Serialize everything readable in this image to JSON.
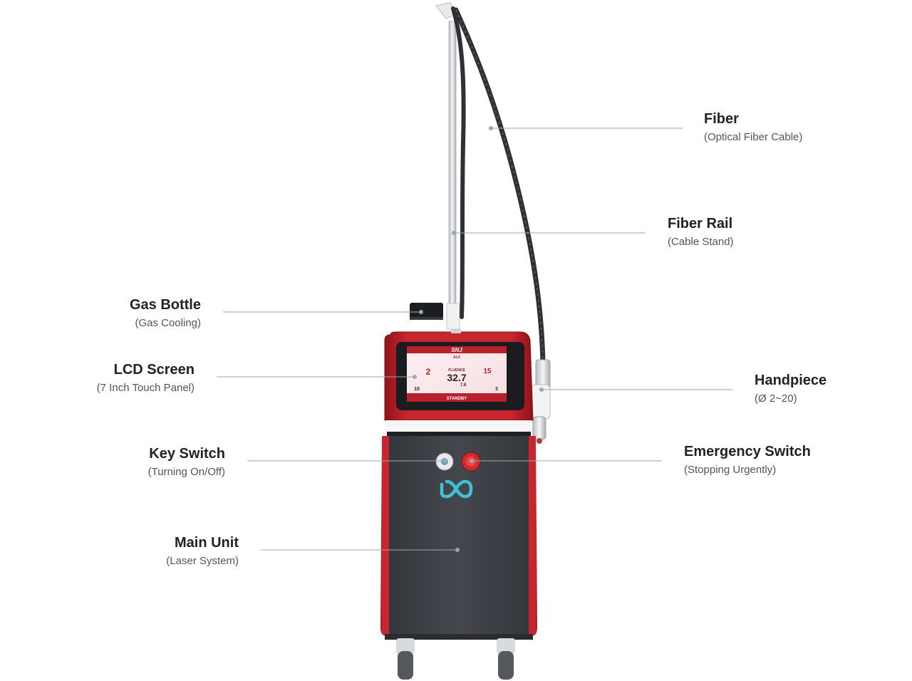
{
  "callouts": {
    "fiber": {
      "title": "Fiber",
      "subtitle": "(Optical Fiber Cable)"
    },
    "rail": {
      "title": "Fiber Rail",
      "subtitle": "(Cable Stand)"
    },
    "gas": {
      "title": "Gas Bottle",
      "subtitle": "(Gas Cooling)"
    },
    "lcd": {
      "title": "LCD Screen",
      "subtitle": "(7 Inch Touch Panel)"
    },
    "handpiece": {
      "title": "Handpiece",
      "subtitle": "(Ø 2~20)"
    },
    "key": {
      "title": "Key Switch",
      "subtitle": "(Turning On/Off)"
    },
    "emergency": {
      "title": "Emergency Switch",
      "subtitle": "(Stopping  Urgently)"
    },
    "main": {
      "title": "Main Unit",
      "subtitle": "(Laser System)"
    }
  },
  "device": {
    "brand": "SNJ",
    "screen": {
      "mode": "ALX",
      "fluence_label": "FLUENCE",
      "fluence_value": "32.7",
      "energy_value": "7.8",
      "left_value": "2",
      "right_value": "15",
      "spot_value": "10",
      "right_bottom_value": "3",
      "status": "STANDBY"
    }
  },
  "colors": {
    "accent_red": "#c0222a",
    "body_dark": "#3b3e44",
    "leader_line": "#9aa7b4",
    "logo_cyan": "#3fc2d6"
  }
}
